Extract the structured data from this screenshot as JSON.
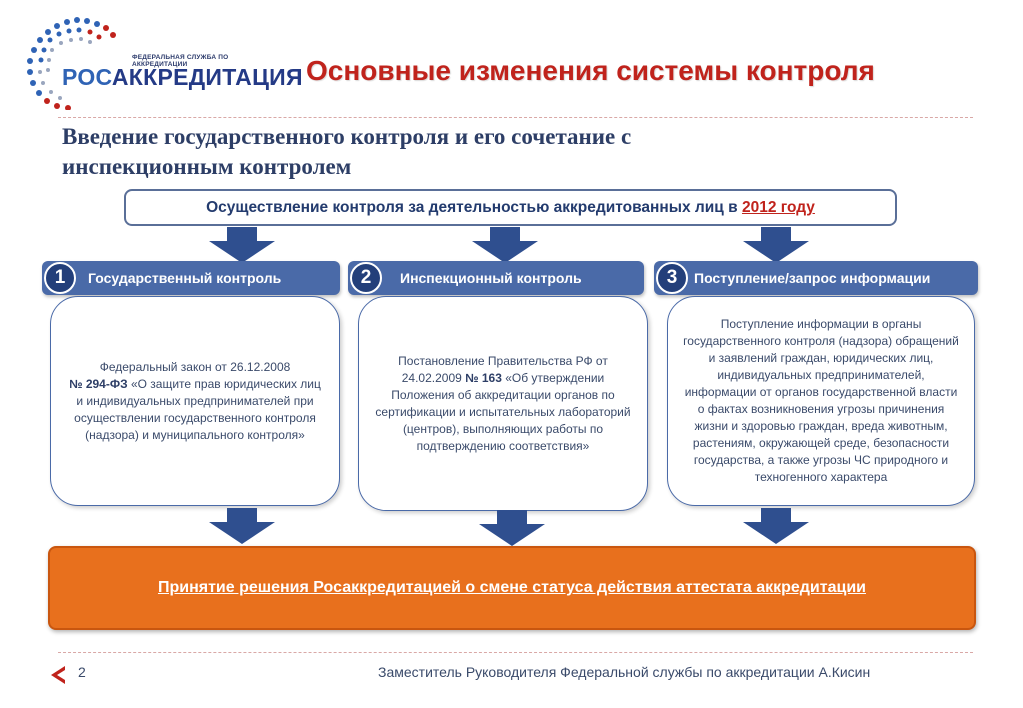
{
  "logo": {
    "agency_small": "ФЕДЕРАЛЬНАЯ СЛУЖБА ПО АККРЕДИТАЦИИ",
    "name_prefix": "РОС",
    "name_suffix": "АККРЕДИТАЦИЯ"
  },
  "title": "Основные изменения системы контроля",
  "subtitle_line1": "Введение государственного контроля и его сочетание с",
  "subtitle_line2": "инспекционным контролем",
  "top_box": {
    "text": "Осуществление контроля за деятельностью аккредитованных лиц в ",
    "year": "2012 году"
  },
  "columns": [
    {
      "number": "1",
      "header": "Государственный контроль",
      "text_before": "Федеральный закон от 26.12.2008",
      "text_bold": "№ 294-ФЗ",
      "text_after": " «О защите прав юридических лиц и индивидуальных предпринимателей при осуществлении государственного контроля (надзора) и муниципального контроля»"
    },
    {
      "number": "2",
      "header": "Инспекционный контроль",
      "text_before": "Постановление Правительства РФ от 24.02.2009 ",
      "text_bold": "№ 163",
      "text_after": " «Об утверждении Положения об аккредитации органов по сертификации и испытательных лабораторий (центров), выполняющих работы по подтверждению соответствия»"
    },
    {
      "number": "3",
      "header": "Поступление/запрос информации",
      "text_before": "Поступление информации в органы государственного контроля (надзора) обращений и заявлений граждан, юридических лиц, индивидуальных предпринимателей, информации от органов государственной власти о фактах возникновения угрозы причинения жизни и здоровью граждан, вреда животным, растениям, окружающей среде, безопасности государства, а также угрозы ЧС природного и техногенного характера",
      "text_bold": "",
      "text_after": ""
    }
  ],
  "bottom_box": "Принятие решения Росаккредитацией о смене статуса действия аттестата аккредитации",
  "footer": {
    "page_number": "2",
    "text": "Заместитель Руководителя Федеральной службы по аккредитации А.Кисин"
  },
  "colors": {
    "title_red": "#c0231c",
    "navy": "#2d3e66",
    "header_blue": "#4a6aa8",
    "arrow_blue": "#2f4f8f",
    "orange": "#e8701d"
  }
}
